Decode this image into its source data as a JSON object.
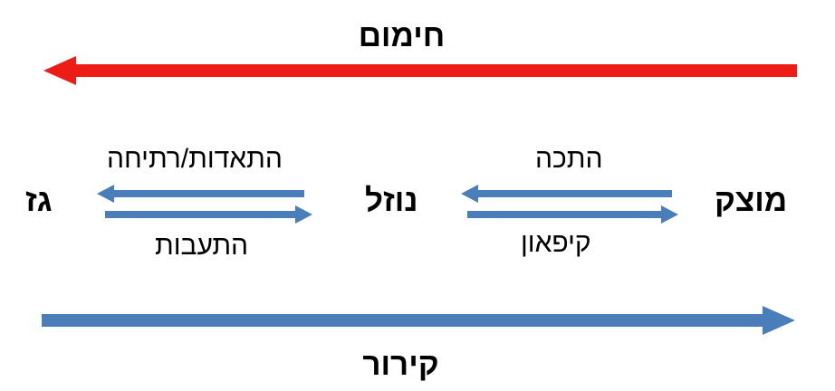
{
  "diagram": {
    "title_top": "חימום",
    "title_bottom": "קירור",
    "colors": {
      "heating_arrow": "#ed1c16",
      "cooling_arrow": "#4a7ebb",
      "transition_arrow": "#4a7ebb",
      "text": "#000000",
      "background": "#ffffff"
    },
    "states": [
      {
        "id": "gas",
        "label": "גז"
      },
      {
        "id": "liquid",
        "label": "נוזל"
      },
      {
        "id": "solid",
        "label": "מוצק"
      }
    ],
    "banners": [
      {
        "id": "heating",
        "label": "חימום",
        "direction": "left",
        "color": "#ed1c16"
      },
      {
        "id": "cooling",
        "label": "קירור",
        "direction": "right",
        "color": "#4a7ebb"
      }
    ],
    "transitions": [
      {
        "id": "evaporation-boiling",
        "label": "התאדות/רתיחה",
        "from": "נוזל",
        "to": "גז",
        "direction": "left",
        "position": "above"
      },
      {
        "id": "condensation",
        "label": "התעבות",
        "from": "גז",
        "to": "נוזל",
        "direction": "right",
        "position": "below"
      },
      {
        "id": "melting",
        "label": "התכה",
        "from": "מוצק",
        "to": "נוזל",
        "direction": "left",
        "position": "above"
      },
      {
        "id": "freezing",
        "label": "קיפאון",
        "from": "נוזל",
        "to": "מוצק",
        "direction": "right",
        "position": "below"
      }
    ]
  }
}
